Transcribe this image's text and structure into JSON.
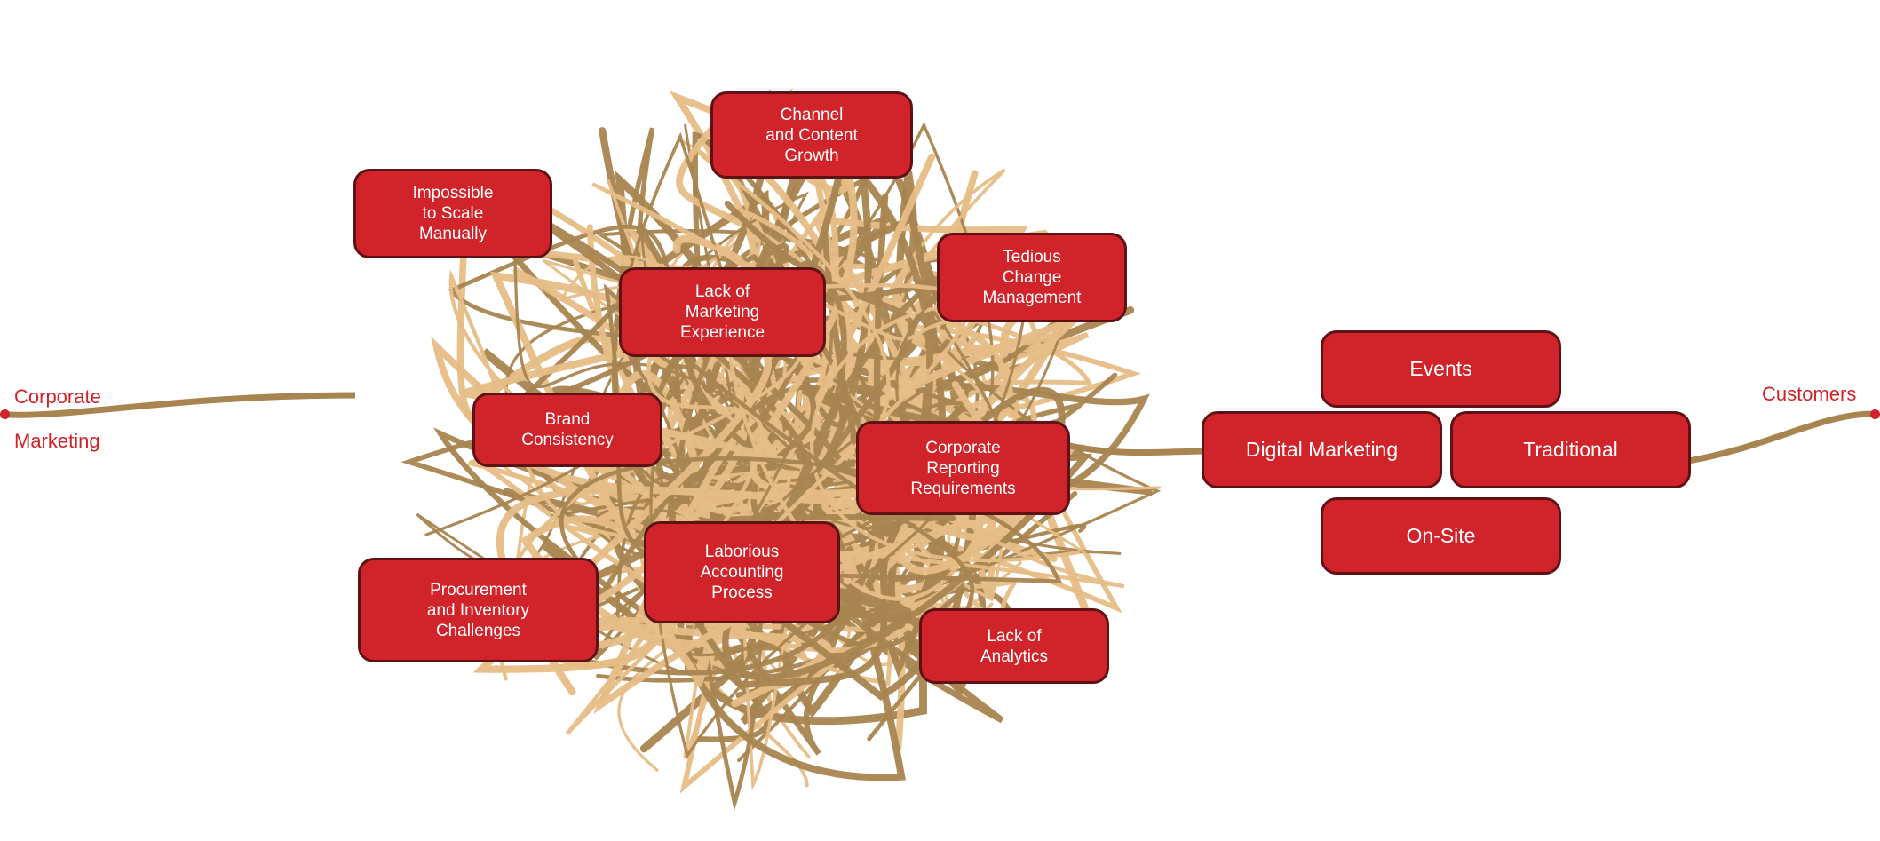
{
  "colors": {
    "accent": "#d0232a",
    "box_border": "#5e1216",
    "strand_dark": "#a88550",
    "strand_light": "#e6bd86"
  },
  "source_label": {
    "line1": "Corporate",
    "line2": "Marketing"
  },
  "target_label": "Customers",
  "challenges": [
    {
      "id": "impossible-to-scale",
      "label": "Impossible\nto Scale\nManually"
    },
    {
      "id": "channel-content-growth",
      "label": "Channel\nand Content\nGrowth"
    },
    {
      "id": "tedious-change-management",
      "label": "Tedious\nChange\nManagement"
    },
    {
      "id": "lack-of-marketing-experience",
      "label": "Lack of\nMarketing\nExperience"
    },
    {
      "id": "brand-consistency",
      "label": "Brand\nConsistency"
    },
    {
      "id": "corporate-reporting-requirements",
      "label": "Corporate\nReporting\nRequirements"
    },
    {
      "id": "laborious-accounting-process",
      "label": "Laborious\nAccounting\nProcess"
    },
    {
      "id": "procurement-inventory",
      "label": "Procurement\nand Inventory\nChallenges"
    },
    {
      "id": "lack-of-analytics",
      "label": "Lack of\nAnalytics"
    }
  ],
  "channels": [
    {
      "id": "events",
      "label": "Events"
    },
    {
      "id": "digital-marketing",
      "label": "Digital Marketing"
    },
    {
      "id": "traditional",
      "label": "Traditional"
    },
    {
      "id": "on-site",
      "label": "On-Site"
    }
  ]
}
